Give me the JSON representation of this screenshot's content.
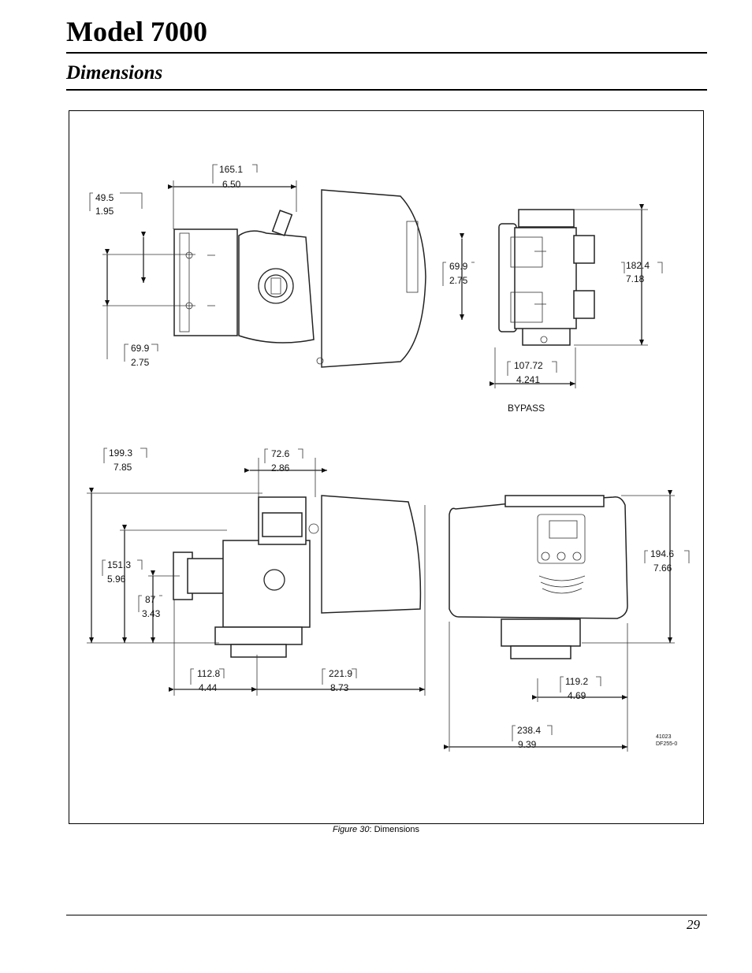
{
  "page": {
    "title": "Model 7000",
    "section": "Dimensions",
    "caption_fig": "Figure 30",
    "caption_text": ": Dimensions",
    "page_number": "29"
  },
  "figure": {
    "bypass_label": "BYPASS",
    "drawing_code_1": "41023",
    "drawing_code_2": "DF255-0",
    "dims": {
      "top_width": [
        "165.1",
        "6.50"
      ],
      "top_offset": [
        "49.5",
        "1.95"
      ],
      "top_port": [
        "69.9",
        "2.75"
      ],
      "bypass_port": [
        "69.9",
        "2.75"
      ],
      "bypass_height": [
        "182.4",
        "7.18"
      ],
      "bypass_width": [
        "107.72",
        "4.241"
      ],
      "side_height": [
        "199.3",
        "7.85"
      ],
      "side_offset": [
        "72.6",
        "2.86"
      ],
      "side_mid": [
        "151.3",
        "5.96"
      ],
      "side_low": [
        "87",
        "3.43"
      ],
      "side_left": [
        "112.8",
        "4.44"
      ],
      "side_right": [
        "221.9",
        "8.73"
      ],
      "front_height": [
        "194.6",
        "7.66"
      ],
      "front_half": [
        "119.2",
        "4.69"
      ],
      "front_width": [
        "238.4",
        "9.39"
      ]
    }
  }
}
